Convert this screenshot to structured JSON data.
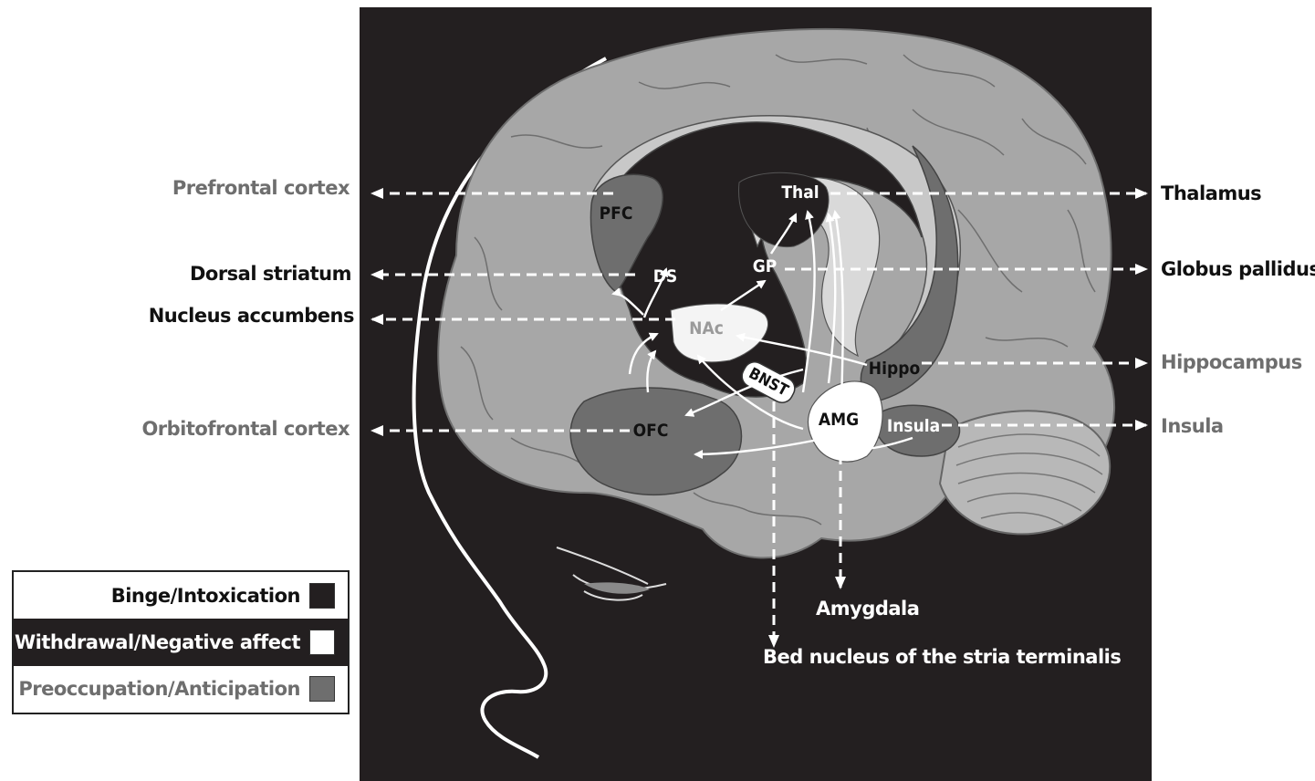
{
  "labels": {
    "prefrontal_cortex": "Prefrontal cortex",
    "dorsal_striatum": "Dorsal striatum",
    "nucleus_accumbens": "Nucleus accumbens",
    "orbitofrontal_cortex": "Orbitofrontal cortex",
    "thalamus": "Thalamus",
    "globus_pallidus": "Globus pallidus",
    "hippocampus": "Hippocampus",
    "insula": "Insula",
    "amygdala": "Amygdala",
    "bnst": "Bed nucleus of the stria terminalis"
  },
  "abbreviations": {
    "pfc": "PFC",
    "ds": "DS",
    "nac": "NAc",
    "ofc": "OFC",
    "thal": "Thal",
    "gp": "GP",
    "hippo": "Hippo",
    "amg": "AMG",
    "insula": "Insula",
    "bnst": "BNST"
  },
  "legend": {
    "binge": "Binge/Intoxication",
    "withdrawal": "Withdrawal/Negative affect",
    "preoccupation": "Preoccupation/Anticipation"
  },
  "colors": {
    "background_panel": "#231f20",
    "binge_intoxication": "#231f20",
    "withdrawal_negative_affect": "#ffffff",
    "preoccupation_anticipation": "#6e6e6e",
    "brain_cortex": "#a7a7a7",
    "light_gray_tract": "#c8c8c8"
  }
}
